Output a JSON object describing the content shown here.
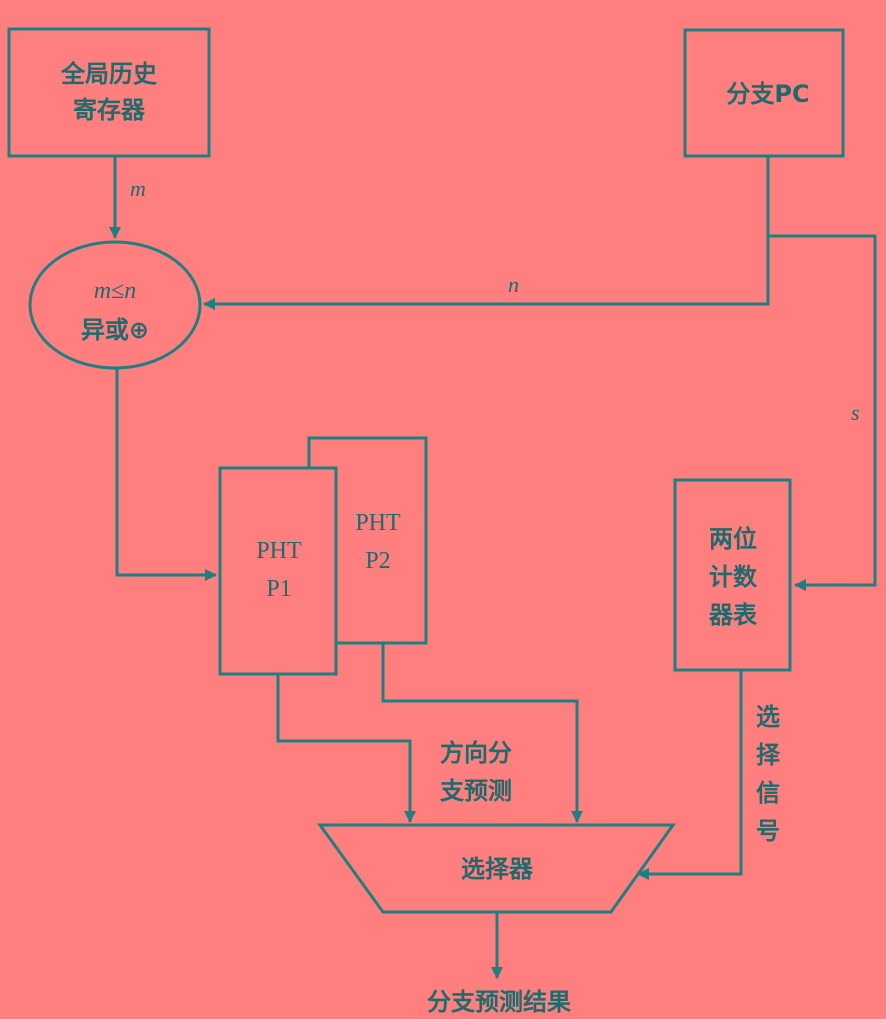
{
  "colors": {
    "background": "#ff7f7f",
    "stroke": "#1e7f80",
    "text": "#1e6b6e"
  },
  "nodes": {
    "ghr": {
      "line1": "全局历史",
      "line2": "寄存器"
    },
    "branch_pc": {
      "label": "分支PC"
    },
    "xor": {
      "line1": "m≤n",
      "line2": "异或⊕"
    },
    "pht_p1": {
      "line1": "PHT",
      "line2": "P1"
    },
    "pht_p2": {
      "line1": "PHT",
      "line2": "P2"
    },
    "counter_table": {
      "line1": "两位",
      "line2": "计数",
      "line3": "器表"
    },
    "selector": {
      "label": "选择器"
    }
  },
  "edges": {
    "m": "m",
    "n": "n",
    "s": "s",
    "direction_prediction": {
      "line1": "方向分",
      "line2": "支预测"
    },
    "select_signal": {
      "c1": "选",
      "c2": "择",
      "c3": "信",
      "c4": "号"
    }
  },
  "output": {
    "label": "分支预测结果"
  }
}
